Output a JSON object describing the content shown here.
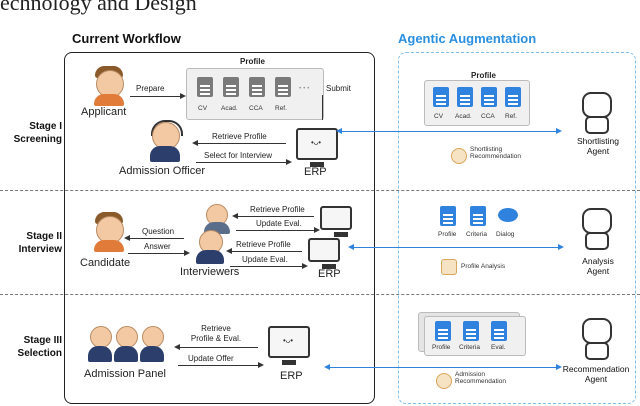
{
  "page": {
    "title_partial": "echnology and Design"
  },
  "columns": {
    "current": "Current Workflow",
    "agentic": "Agentic Augmentation"
  },
  "stages": [
    {
      "line1": "Stage I",
      "line2": "Screening"
    },
    {
      "line1": "Stage II",
      "line2": "Interview"
    },
    {
      "line1": "Stage III",
      "line2": "Selection"
    }
  ],
  "stage1": {
    "applicant": "Applicant",
    "prepare": "Prepare",
    "profile_title": "Profile",
    "docs": [
      "CV",
      "Acad.",
      "CCA",
      "Ref."
    ],
    "ellipsis": "• • •",
    "submit": "Submit",
    "retrieve_profile": "Retrieve Profile",
    "select_for_interview": "Select for Interview",
    "admission_officer": "Admission Officer",
    "erp": "ERP",
    "agent_profile_title": "Profile",
    "agent_docs": [
      "CV",
      "Acad.",
      "CCA",
      "Ref."
    ],
    "shortlisting_rec_l1": "Shortlisting",
    "shortlisting_rec_l2": "Recommendation",
    "agent_l1": "Shortlisting",
    "agent_l2": "Agent"
  },
  "stage2": {
    "candidate": "Candidate",
    "question": "Question",
    "answer": "Answer",
    "retrieve_profile_a": "Retrieve Profile",
    "update_eval_a": "Update Eval.",
    "retrieve_profile_b": "Retrieve Profile",
    "update_eval_b": "Update Eval.",
    "interviewers": "Interviewers",
    "erp": "ERP",
    "docs": [
      "Profile",
      "Criteria",
      "Dialog"
    ],
    "profile_analysis": "Profile Analysis",
    "agent_l1": "Analysis",
    "agent_l2": "Agent"
  },
  "stage3": {
    "admission_panel": "Admission Panel",
    "retrieve_l1": "Retrieve",
    "retrieve_l2": "Profile & Eval.",
    "update_offer": "Update Offer",
    "erp": "ERP",
    "docs": [
      "Profile",
      "Criteria",
      "Eval."
    ],
    "admission_rec_l1": "Admission",
    "admission_rec_l2": "Recommendation",
    "agent_l1": "Recommendation",
    "agent_l2": "Agent"
  }
}
